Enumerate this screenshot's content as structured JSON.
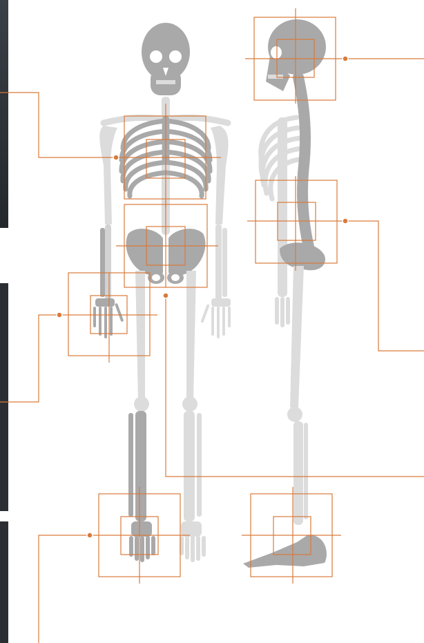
{
  "colors": {
    "background": "#ffffff",
    "bone_dark": "#a9a9a9",
    "bone_light": "#dcdcdc",
    "accent": "#d97a3a",
    "edge_strip": "#2e3338"
  },
  "figures": [
    "skeleton-front-view",
    "skeleton-side-view"
  ],
  "callouts": [
    "thorax",
    "hand",
    "pelvis",
    "foot-front",
    "skull",
    "lumbar-spine",
    "ankle-foot-side"
  ]
}
